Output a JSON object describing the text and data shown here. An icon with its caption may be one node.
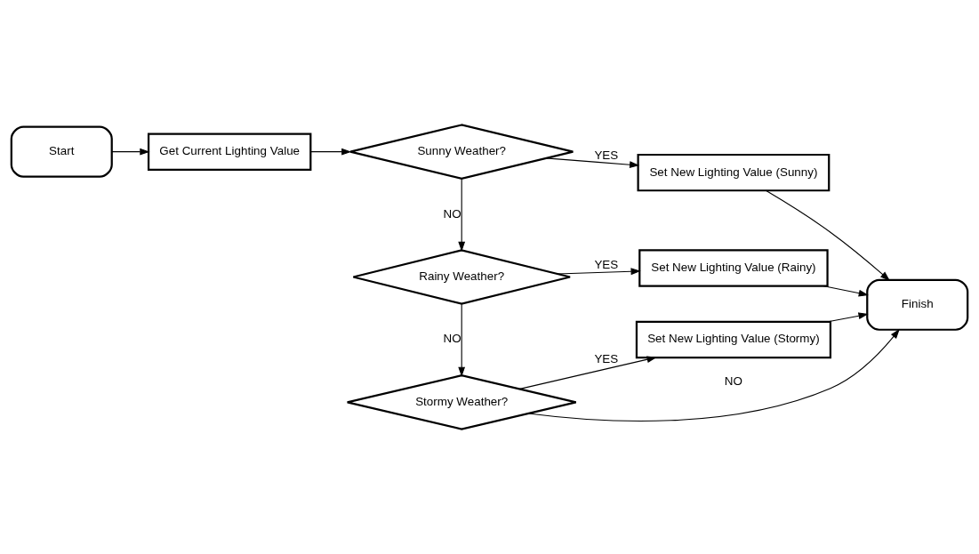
{
  "diagram": {
    "nodes": [
      {
        "text": [
          "Start"
        ]
      },
      {
        "text": [
          "Get Current Lighting Value"
        ]
      },
      {
        "text": [
          "Sunny Weather?"
        ]
      },
      {
        "text": [
          "Set New Lighting Value (Sunny)"
        ]
      },
      {
        "text": [
          "Rainy Weather?"
        ]
      },
      {
        "text": [
          "Set New Lighting Value (Rainy)"
        ]
      },
      {
        "text": [
          "Stormy Weather?"
        ]
      },
      {
        "text": [
          "Set New Lighting Value (Stormy)"
        ]
      },
      {
        "text": [
          "Finish"
        ]
      }
    ],
    "edges": [
      {
        "from": 0,
        "to": 1,
        "arrow": "to"
      },
      {
        "from": 1,
        "to": 2,
        "arrow": "to"
      },
      {
        "from": 2,
        "to": 3,
        "arrow": "to",
        "label": "YES"
      },
      {
        "from": 2,
        "to": 4,
        "arrow": "to",
        "label": "NO"
      },
      {
        "from": 4,
        "to": 5,
        "arrow": "to",
        "label": "YES"
      },
      {
        "from": 4,
        "to": 6,
        "arrow": "to",
        "label": "NO"
      },
      {
        "from": 6,
        "to": 7,
        "arrow": "to",
        "label": "YES"
      },
      {
        "from": 3,
        "to": 8,
        "arrow": "to"
      },
      {
        "from": 5,
        "to": 8,
        "arrow": "to"
      },
      {
        "from": 7,
        "to": 8,
        "arrow": "to"
      },
      {
        "from": 6,
        "to": 8,
        "arrow": "to",
        "label": "NO"
      }
    ]
  }
}
